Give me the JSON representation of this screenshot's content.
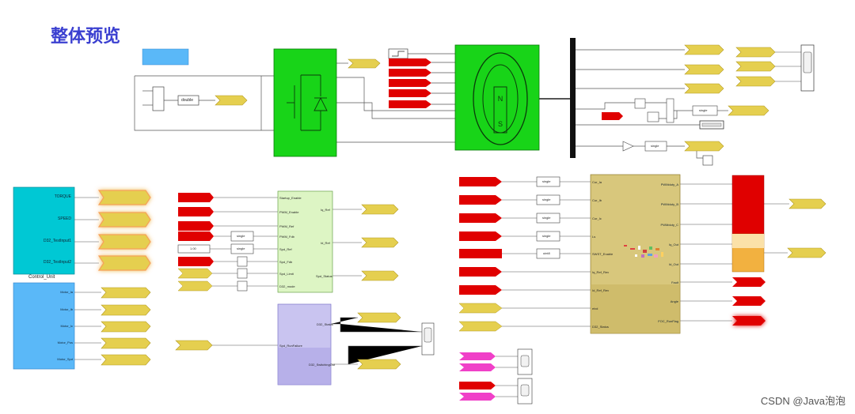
{
  "header": {
    "title": "整体预览"
  },
  "control_unit": {
    "label": "Control_Unit",
    "outputs": [
      "TORQUE",
      "SPEED",
      "D32_TestInput1",
      "D32_TestInput2"
    ]
  },
  "sensor_block": {
    "outputs": [
      "Motor_Ia",
      "Motor_Ib",
      "Motor_Ic",
      "Motor_Pos",
      "Motor_Spd"
    ]
  },
  "converter": {
    "dc_label": "double"
  },
  "mid_block": {
    "inputs": [
      "Startup_Enable",
      "PWM_Enable",
      "PWM_Ref",
      "PWM_Fdb",
      "Spd_Ref",
      "Spd_Fdb",
      "Spd_Limit",
      "D32_mode"
    ],
    "outputs": [
      "Iq_Ref",
      "Id_Ref",
      "Spd_Status"
    ],
    "const_label": "1.00",
    "cast_labels": [
      "single",
      "single"
    ]
  },
  "fault_block": {
    "input": "Spd_RunFailure",
    "outputs": [
      "D32_Status",
      "D32_SwitchingOut"
    ]
  },
  "pwm_block": {
    "inputs": [
      "Cur_Ia",
      "Cur_Ib",
      "Cur_Ic",
      "Ls",
      "SWST_Enable",
      "Iq_Ref_Rev",
      "Id_Ref_Rev",
      "elvd",
      "D32_Status"
    ],
    "outputs": [
      "PWMduty_A",
      "PWMduty_B",
      "PWMduty_C",
      "Iq_Out",
      "Id_Out",
      "Fault",
      "Angle",
      "FOC_RunFlag"
    ],
    "cast_labels": [
      "single",
      "single",
      "single",
      "single",
      "uint8"
    ]
  },
  "motor_scope": {
    "cast_labels": [
      "single",
      "single"
    ],
    "gain_label": ""
  },
  "watermark": "CSDN @Java泡泡",
  "colors": {
    "title": "#3a3fd0",
    "converter": "#18d418",
    "motor": "#18d418",
    "control_unit": "#00c8d4",
    "sensor": "#5ab8f8",
    "mid_block": "#ddf5c4",
    "fault_block": "#c9c4f0",
    "pwm_block": "#d8c77c",
    "goto_tag": "#e5cf4f",
    "red_tag": "#e00000",
    "pink_tag": "#f040c8"
  }
}
